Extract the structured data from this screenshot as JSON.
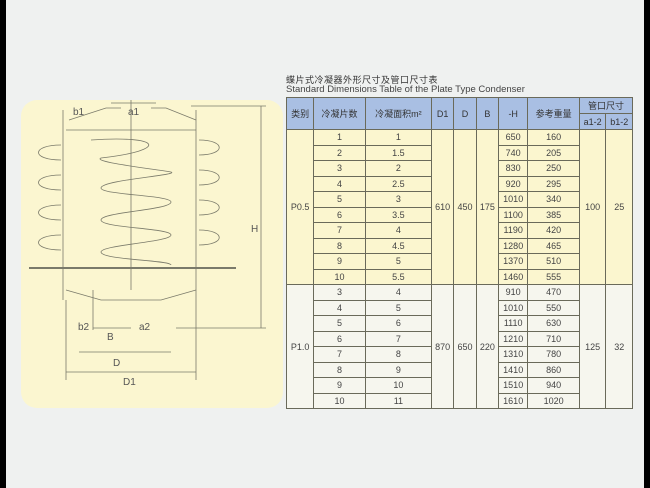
{
  "title_cn": "蝶片式冷凝器外形尺寸及管口尺寸表",
  "title_en": "Standard Dimensions Table of the Plate Type Condenser",
  "drawing_labels": {
    "b1": "b1",
    "a1": "a1",
    "b2": "b2",
    "a2": "a2",
    "B": "B",
    "D": "D",
    "D1": "D1",
    "H": "H"
  },
  "headers": {
    "type": "类别",
    "plates": "冷凝片数",
    "area": "冷凝面积m²",
    "D1": "D1",
    "D": "D",
    "B": "B",
    "H": "-H",
    "weight": "参考重量",
    "nozzle": "管口尺寸",
    "a12": "a1-2",
    "b12": "b1-2"
  },
  "groups": [
    {
      "type": "P0.5",
      "D1": "610",
      "D": "450",
      "B": "175",
      "a12": "100",
      "b12": "25",
      "rows": [
        [
          "1",
          "1",
          "650",
          "160"
        ],
        [
          "2",
          "1.5",
          "740",
          "205"
        ],
        [
          "3",
          "2",
          "830",
          "250"
        ],
        [
          "4",
          "2.5",
          "920",
          "295"
        ],
        [
          "5",
          "3",
          "1010",
          "340"
        ],
        [
          "6",
          "3.5",
          "1100",
          "385"
        ],
        [
          "7",
          "4",
          "1190",
          "420"
        ],
        [
          "8",
          "4.5",
          "1280",
          "465"
        ],
        [
          "9",
          "5",
          "1370",
          "510"
        ],
        [
          "10",
          "5.5",
          "1460",
          "555"
        ]
      ]
    },
    {
      "type": "P1.0",
      "D1": "870",
      "D": "650",
      "B": "220",
      "a12": "125",
      "b12": "32",
      "rows": [
        [
          "3",
          "4",
          "910",
          "470"
        ],
        [
          "4",
          "5",
          "1010",
          "550"
        ],
        [
          "5",
          "6",
          "1110",
          "630"
        ],
        [
          "6",
          "7",
          "1210",
          "710"
        ],
        [
          "7",
          "8",
          "1310",
          "780"
        ],
        [
          "8",
          "9",
          "1410",
          "860"
        ],
        [
          "9",
          "10",
          "1510",
          "940"
        ],
        [
          "10",
          "11",
          "1610",
          "1020"
        ]
      ]
    }
  ]
}
